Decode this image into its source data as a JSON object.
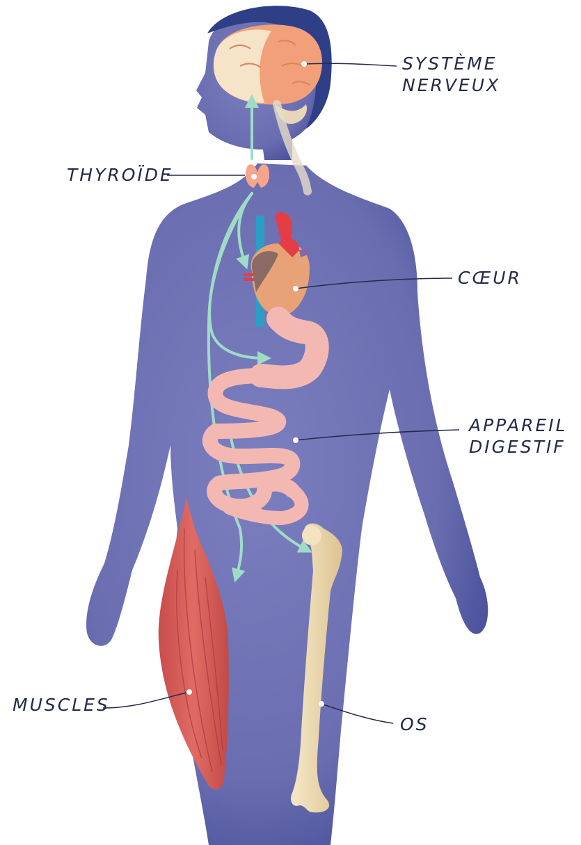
{
  "colors": {
    "body": "#6f72b3",
    "body_shadow": "#3f4790",
    "hair": "#2e3f87",
    "brain": "#f2a07a",
    "brain_light": "#f5e4c8",
    "arrow": "#9fdcc6",
    "heart": "#e8a278",
    "vessel_red": "#e53d45",
    "vessel_blue": "#2b9ec6",
    "digestive": "#f4b8b3",
    "muscle": "#d9605c",
    "bone": "#efdcb3",
    "label_text": "#232a4a"
  },
  "labels": {
    "nervous_system": [
      "SYSTÈME",
      "NERVEUX"
    ],
    "thyroid": "THYROÏDE",
    "heart": "CŒUR",
    "digestive_system": [
      "APPAREIL",
      "DIGESTIF"
    ],
    "muscles": "MUSCLES",
    "bone": "OS"
  }
}
